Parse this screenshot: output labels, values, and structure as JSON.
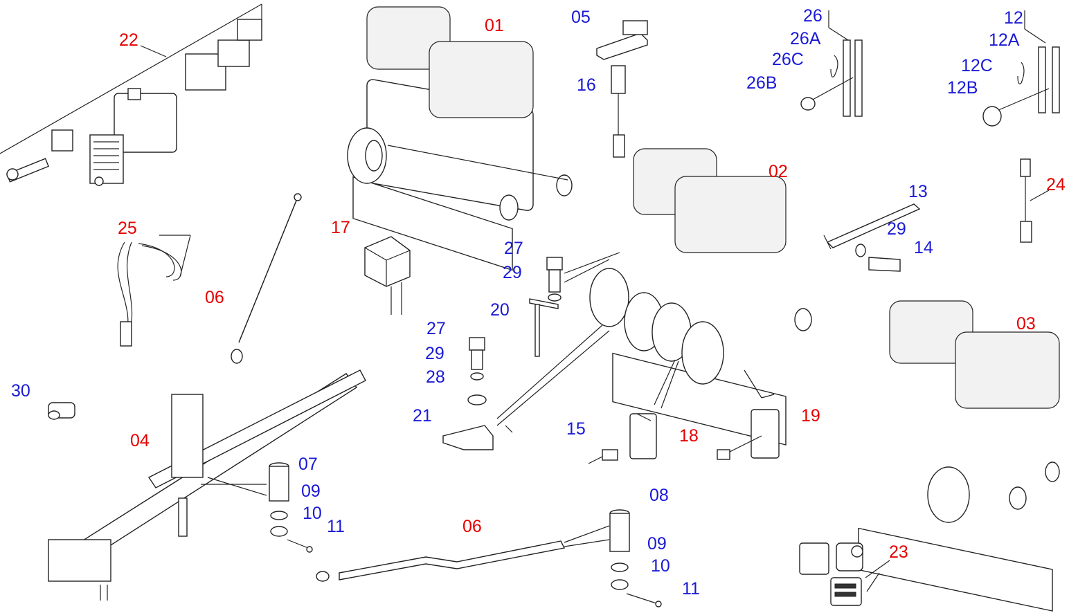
{
  "colors": {
    "main_assembly": "#e60000",
    "component": "#1a1ad6",
    "lines": "#222222"
  },
  "labels": {
    "l01": "01",
    "l02": "02",
    "l03": "03",
    "l04": "04",
    "l05": "05",
    "l06a": "06",
    "l06b": "06",
    "l07": "07",
    "l08": "08",
    "l09a": "09",
    "l09b": "09",
    "l10a": "10",
    "l10b": "10",
    "l11a": "11",
    "l11b": "11",
    "l12": "12",
    "l12A": "12A",
    "l12B": "12B",
    "l12C": "12C",
    "l13": "13",
    "l14": "14",
    "l15": "15",
    "l16": "16",
    "l17": "17",
    "l18": "18",
    "l19": "19",
    "l20": "20",
    "l21": "21",
    "l22": "22",
    "l23": "23",
    "l24": "24",
    "l25": "25",
    "l26": "26",
    "l26A": "26A",
    "l26B": "26B",
    "l26C": "26C",
    "l27a": "27",
    "l27b": "27",
    "l28": "28",
    "l29a": "29",
    "l29b": "29",
    "l29c": "29",
    "l30": "30"
  }
}
